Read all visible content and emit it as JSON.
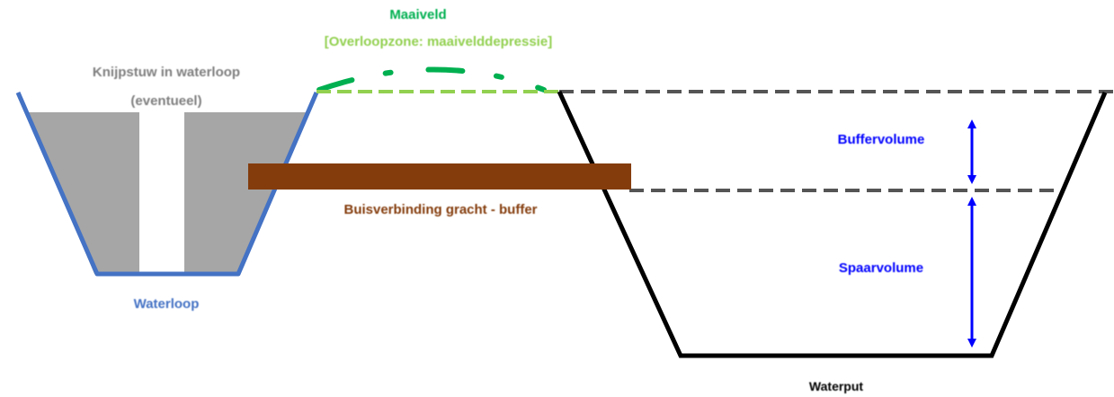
{
  "labels": {
    "maaiveld_title": "Maaiveld",
    "maaiveld_sub": "[Overloopzone: maaivelddepressie]",
    "knijpstuw_line1": "Knijpstuw in waterloop",
    "knijpstuw_line2": "(eventueel)",
    "waterloop": "Waterloop",
    "buisverbinding": "Buisverbinding gracht - buffer",
    "buffervolume": "Buffervolume",
    "spaarvolume": "Spaarvolume",
    "waterput": "Waterput"
  },
  "colors": {
    "waterloop_outline": "#4472c4",
    "weir_fill": "#a6a6a6",
    "pipe": "#843c0c",
    "maaiveld_dark": "#00b050",
    "maaiveld_light": "#92d050",
    "volume_text": "#0000ff",
    "arrow": "#0000ff",
    "outline": "#000000",
    "dashed_level": "#555555",
    "muted_text": "#7f7f7f"
  }
}
